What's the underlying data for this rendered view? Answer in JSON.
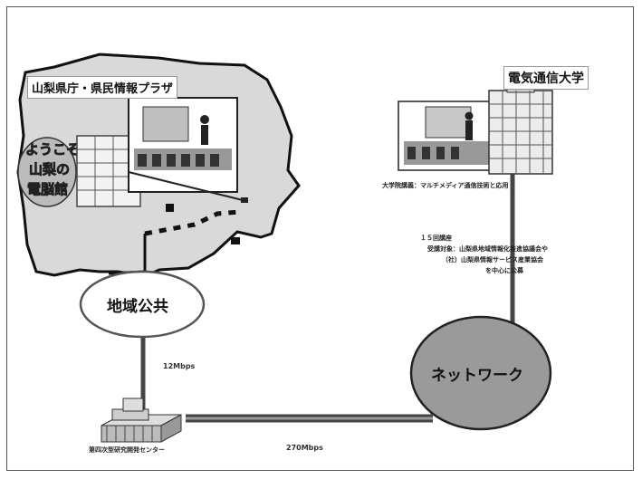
{
  "labels": {
    "yamanashi_title": "山梨県庁・県民情報プラザ",
    "uec_title": "電気通信大学",
    "uec_caption": "大学院講義：マルチメディア通信技術と応用",
    "course_line1": "１５回講座",
    "course_line2": "受講対象：山梨県地域情報化推進協議会や",
    "course_line3": "（社）山梨県情報サービス産業協会",
    "course_line4": "を中心に公募",
    "regional_public": "地域公共",
    "network": "ネットワーク",
    "speed_12": "12Mbps",
    "speed_270": "270Mbps",
    "center_label": "第四次型研究開発センター"
  },
  "colors": {
    "map_fill": "#d9d9d9",
    "network_fill": "#9a9a9a",
    "line_color": "#444444",
    "cloud_fill": "#ffffff"
  },
  "icons": [
    "lecture-hall-screen-icon",
    "building-icon",
    "factory-building-icon",
    "logo-graphic-icon"
  ]
}
